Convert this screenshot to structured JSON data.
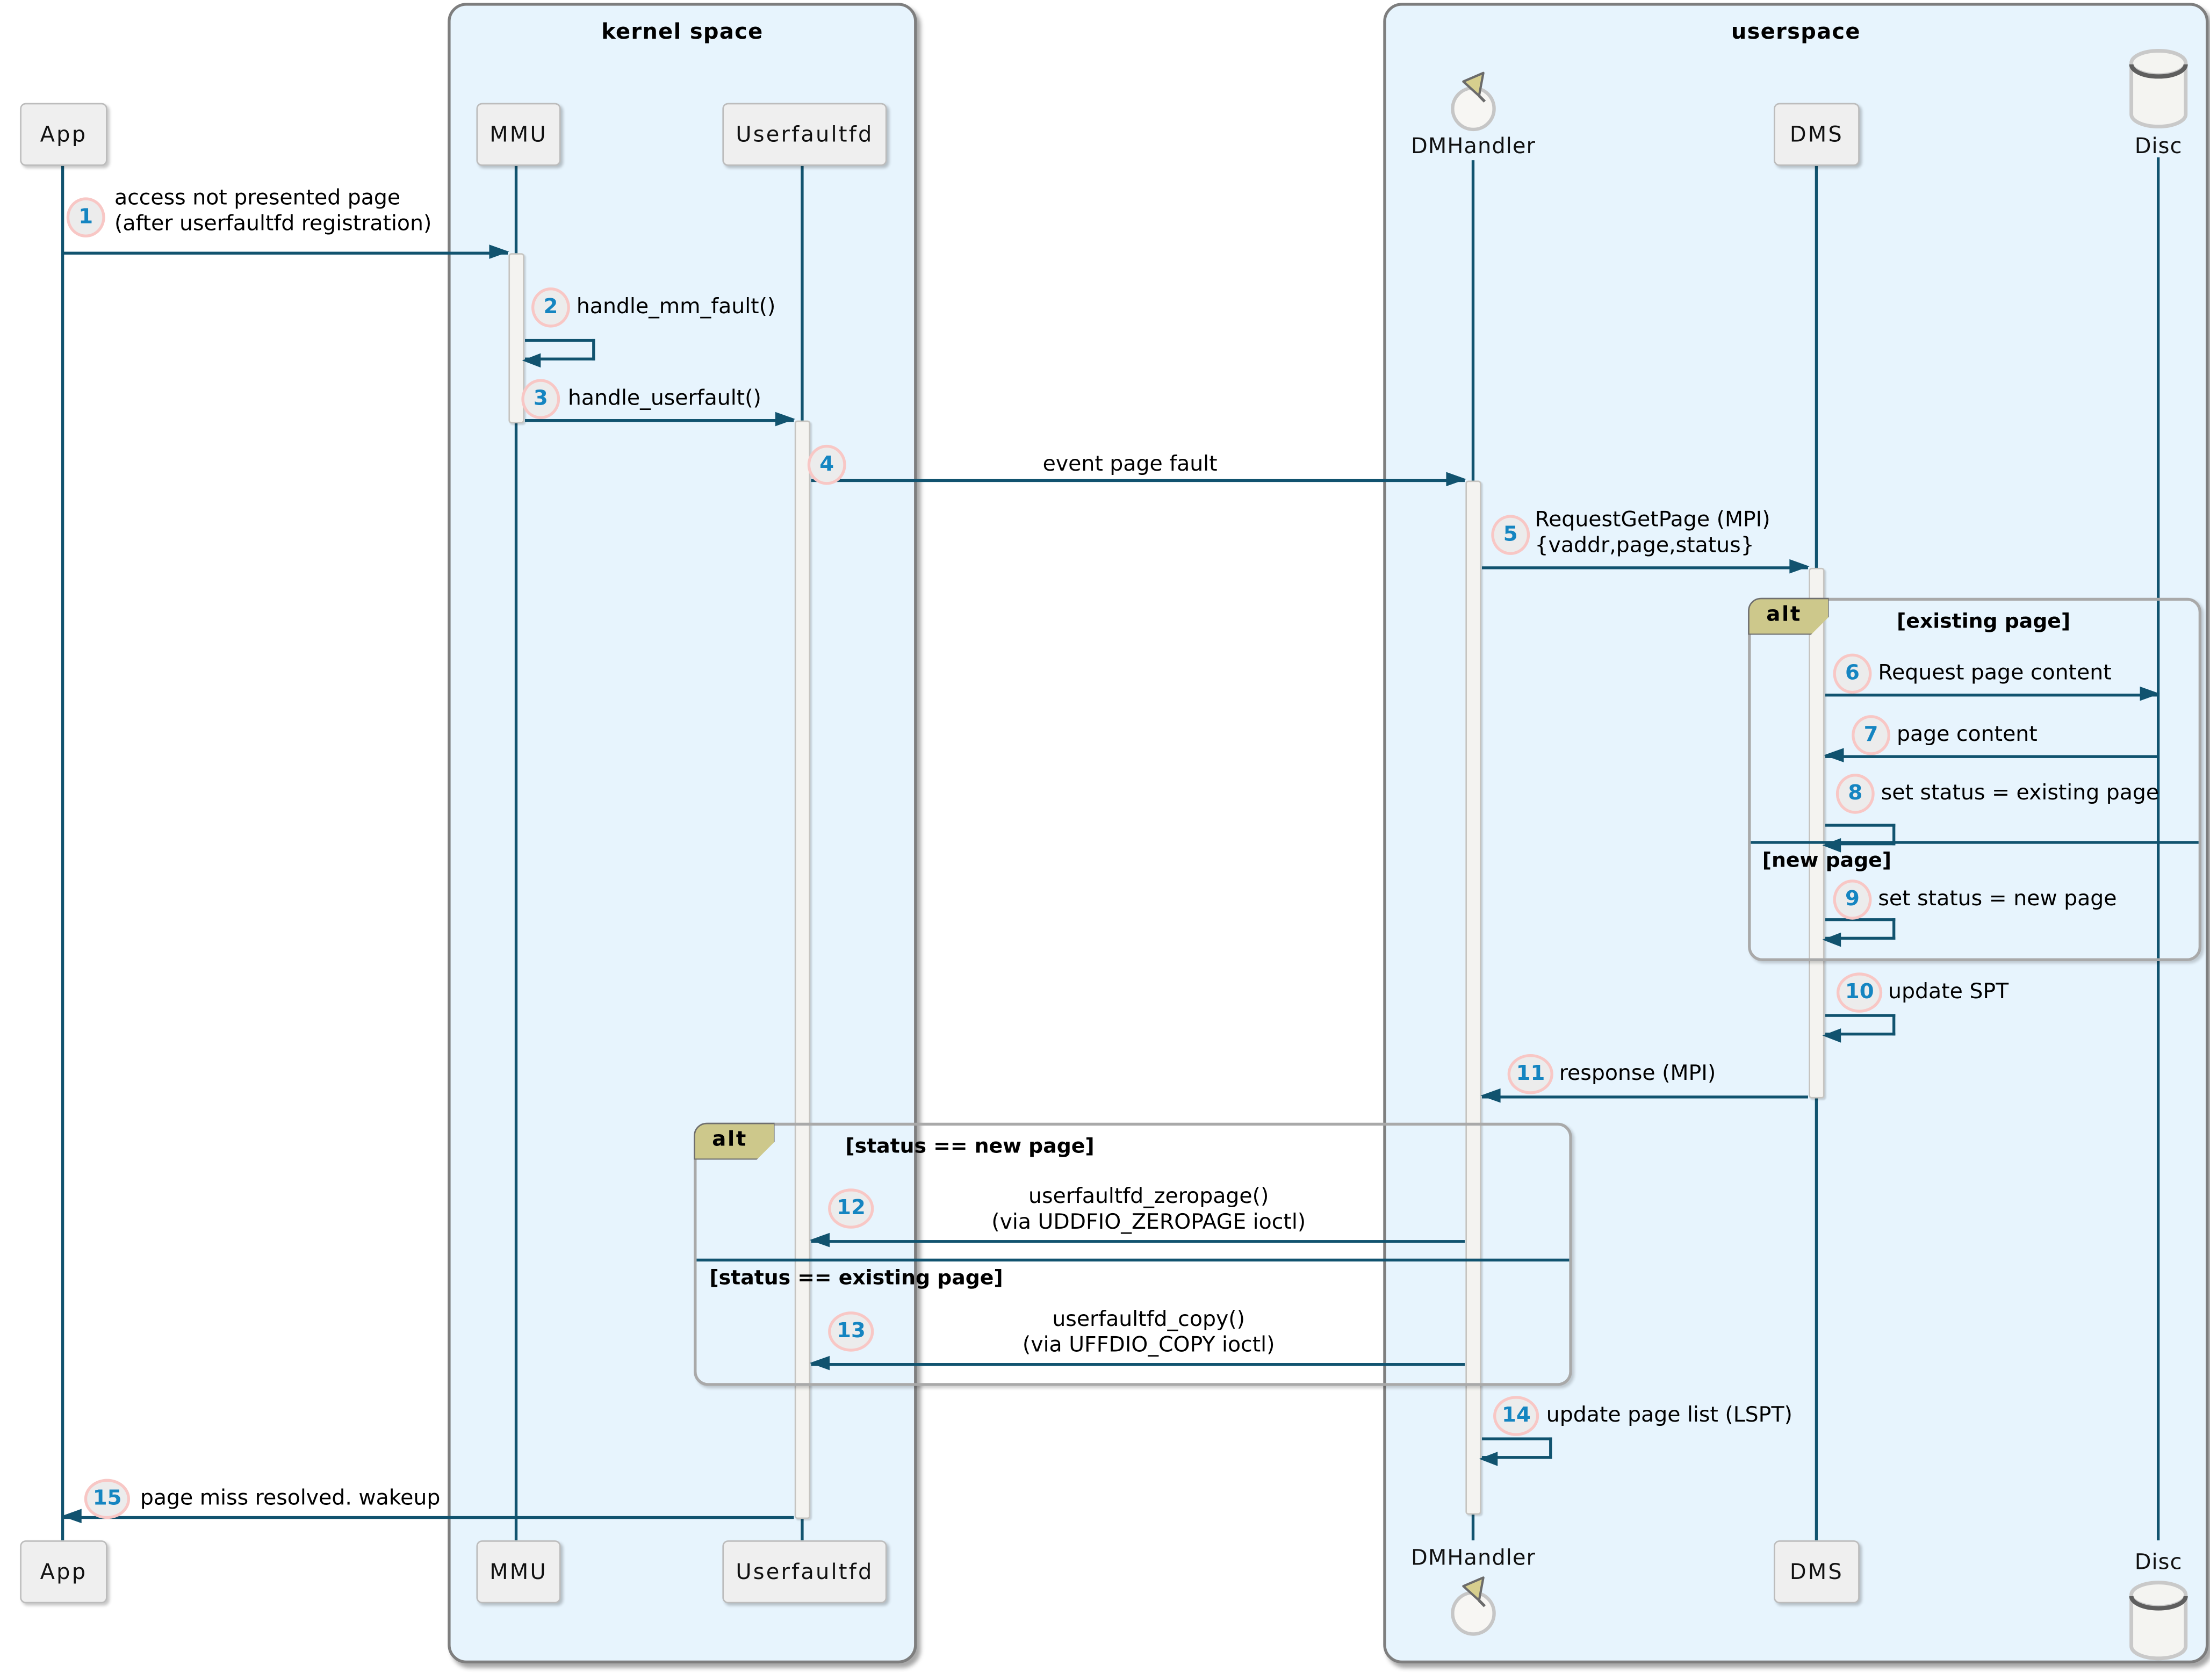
{
  "diagram_type": "uml-sequence",
  "frames": {
    "kernel": {
      "title": "kernel space"
    },
    "userspace": {
      "title": "userspace"
    }
  },
  "participants": {
    "app": {
      "name": "App",
      "type": "participant",
      "location": "none"
    },
    "mmu": {
      "name": "MMU",
      "type": "participant",
      "location": "kernel space"
    },
    "userfaultfd": {
      "name": "Userfaultfd",
      "type": "participant",
      "location": "kernel space"
    },
    "dmhandler": {
      "name": "DMHandler",
      "type": "control",
      "location": "userspace"
    },
    "dms": {
      "name": "DMS",
      "type": "participant",
      "location": "userspace"
    },
    "disc": {
      "name": "Disc",
      "type": "database",
      "location": "userspace"
    }
  },
  "messages": [
    {
      "num": "1",
      "from": "App",
      "to": "MMU",
      "lines": [
        "access not presented page",
        "(after userfaultfd registration)"
      ]
    },
    {
      "num": "2",
      "from": "MMU",
      "to": "MMU",
      "lines": [
        "handle_mm_fault()"
      ]
    },
    {
      "num": "3",
      "from": "MMU",
      "to": "Userfaultfd",
      "lines": [
        "handle_userfault()"
      ]
    },
    {
      "num": "4",
      "from": "Userfaultfd",
      "to": "DMHandler",
      "lines": [
        "event page fault"
      ]
    },
    {
      "num": "5",
      "from": "DMHandler",
      "to": "DMS",
      "lines": [
        "RequestGetPage (MPI)",
        "{vaddr,page,status}"
      ]
    },
    {
      "num": "6",
      "from": "DMS",
      "to": "Disc",
      "lines": [
        "Request page content"
      ]
    },
    {
      "num": "7",
      "from": "Disc",
      "to": "DMS",
      "lines": [
        "page content"
      ]
    },
    {
      "num": "8",
      "from": "DMS",
      "to": "DMS",
      "lines": [
        "set status = existing page"
      ]
    },
    {
      "num": "9",
      "from": "DMS",
      "to": "DMS",
      "lines": [
        "set status = new page"
      ]
    },
    {
      "num": "10",
      "from": "DMS",
      "to": "DMS",
      "lines": [
        "update SPT"
      ]
    },
    {
      "num": "11",
      "from": "DMS",
      "to": "DMHandler",
      "lines": [
        "response (MPI)"
      ]
    },
    {
      "num": "12",
      "from": "DMHandler",
      "to": "Userfaultfd",
      "lines": [
        "userfaultfd_zeropage()",
        "(via UDDFIO_ZEROPAGE ioctl)"
      ]
    },
    {
      "num": "13",
      "from": "DMHandler",
      "to": "Userfaultfd",
      "lines": [
        "userfaultfd_copy()",
        "(via UFFDIO_COPY ioctl)"
      ]
    },
    {
      "num": "14",
      "from": "DMHandler",
      "to": "DMHandler",
      "lines": [
        "update page list (LSPT)"
      ]
    },
    {
      "num": "15",
      "from": "Userfaultfd",
      "to": "App",
      "lines": [
        "page miss resolved. wakeup"
      ]
    }
  ],
  "alt_blocks": [
    {
      "label": "alt",
      "sections": [
        {
          "guard": "[existing page]"
        },
        {
          "guard": "[new page]"
        }
      ]
    },
    {
      "label": "alt",
      "sections": [
        {
          "guard": "[status == new page]"
        },
        {
          "guard": "[status == existing page]"
        }
      ]
    }
  ],
  "colors": {
    "frame_fill": "#e7f4fd",
    "frame_border": "#7e7e7e",
    "line_teal": "#11536f",
    "participant_fill": "#efefef",
    "participant_border": "#bcbcbc",
    "activation_fill": "#f4f3f0",
    "alt_tab_fill": "#cdc88b",
    "alt_border": "#a9a9a9",
    "badge_fill": "#ececec",
    "badge_border": "#f8c7c5",
    "badge_number": "#1585c1"
  }
}
